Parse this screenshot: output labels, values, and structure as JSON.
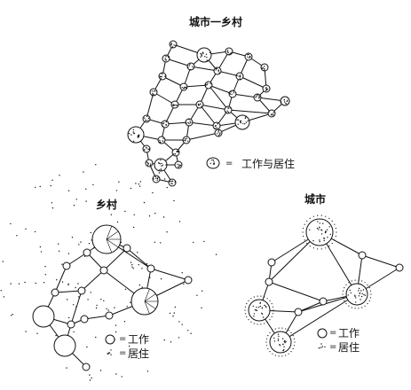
{
  "titles": {
    "city_rural": "城市一乡村",
    "rural": "乡村",
    "city": "城市"
  },
  "legends": {
    "city_rural": {
      "symbol": "=",
      "label": "工作与居住"
    },
    "rural": {
      "work_symbol": "=",
      "work_label": "工作",
      "live_symbol": "=",
      "live_label": "居住"
    },
    "city": {
      "work_symbol": "=",
      "work_label": "工作",
      "live_symbol": "=",
      "live_label": "居住"
    }
  },
  "colors": {
    "ink": "#111111",
    "background": "#ffffff"
  }
}
